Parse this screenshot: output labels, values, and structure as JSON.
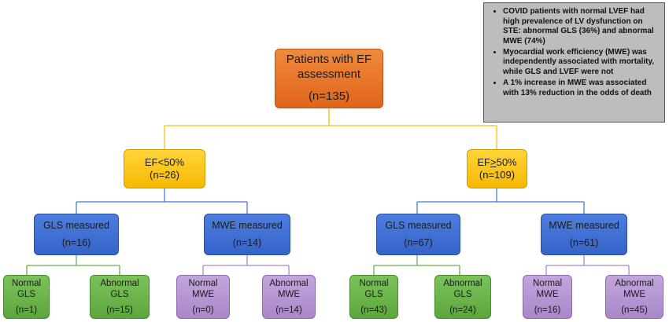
{
  "summary": {
    "bullets": [
      "COVID patients with normal LVEF had high prevalence of LV dysfunction on STE: abnormal GLS (36%) and abnormal MWE (74%)",
      "Myocardial work efficiency (MWE) was independently associated with mortality, while GLS and LVEF were not",
      "A 1% increase in MWE was associated with 13% reduction in the odds of death"
    ]
  },
  "root": {
    "line1": "Patients with EF",
    "line2": "assessment",
    "count": "(n=135)"
  },
  "ef_low": {
    "prefix": "EF<50%",
    "count": "(n=26)"
  },
  "ef_high": {
    "prefix": "EF",
    "underlined": ">",
    "suffix": "50%",
    "count": "(n=109)"
  },
  "low_gls": {
    "label": "GLS measured",
    "count": "(n=16)"
  },
  "low_mwe": {
    "label": "MWE measured",
    "count": "(n=14)"
  },
  "high_gls": {
    "label": "GLS measured",
    "count": "(n=67)"
  },
  "high_mwe": {
    "label": "MWE measured",
    "count": "(n=61)"
  },
  "leaves": [
    {
      "line1": "Normal",
      "line2": "GLS",
      "count": "(n=1)"
    },
    {
      "line1": "Abnormal",
      "line2": "GLS",
      "count": "(n=15)"
    },
    {
      "line1": "Normal",
      "line2": "MWE",
      "count": "(n=0)"
    },
    {
      "line1": "Abnormal",
      "line2": "MWE",
      "count": "(n=14)"
    },
    {
      "line1": "Normal",
      "line2": "GLS",
      "count": "(n=43)"
    },
    {
      "line1": "Abnormal",
      "line2": "GLS",
      "count": "(n=24)"
    },
    {
      "line1": "Normal",
      "line2": "MWE",
      "count": "(n=16)"
    },
    {
      "line1": "Abnormal",
      "line2": "MWE",
      "count": "(n=45)"
    }
  ],
  "colors": {
    "yellow_line": "#f2c200",
    "blue_line": "#4a78d6",
    "green_line": "#6cae4c",
    "purple_line": "#a888c8"
  }
}
